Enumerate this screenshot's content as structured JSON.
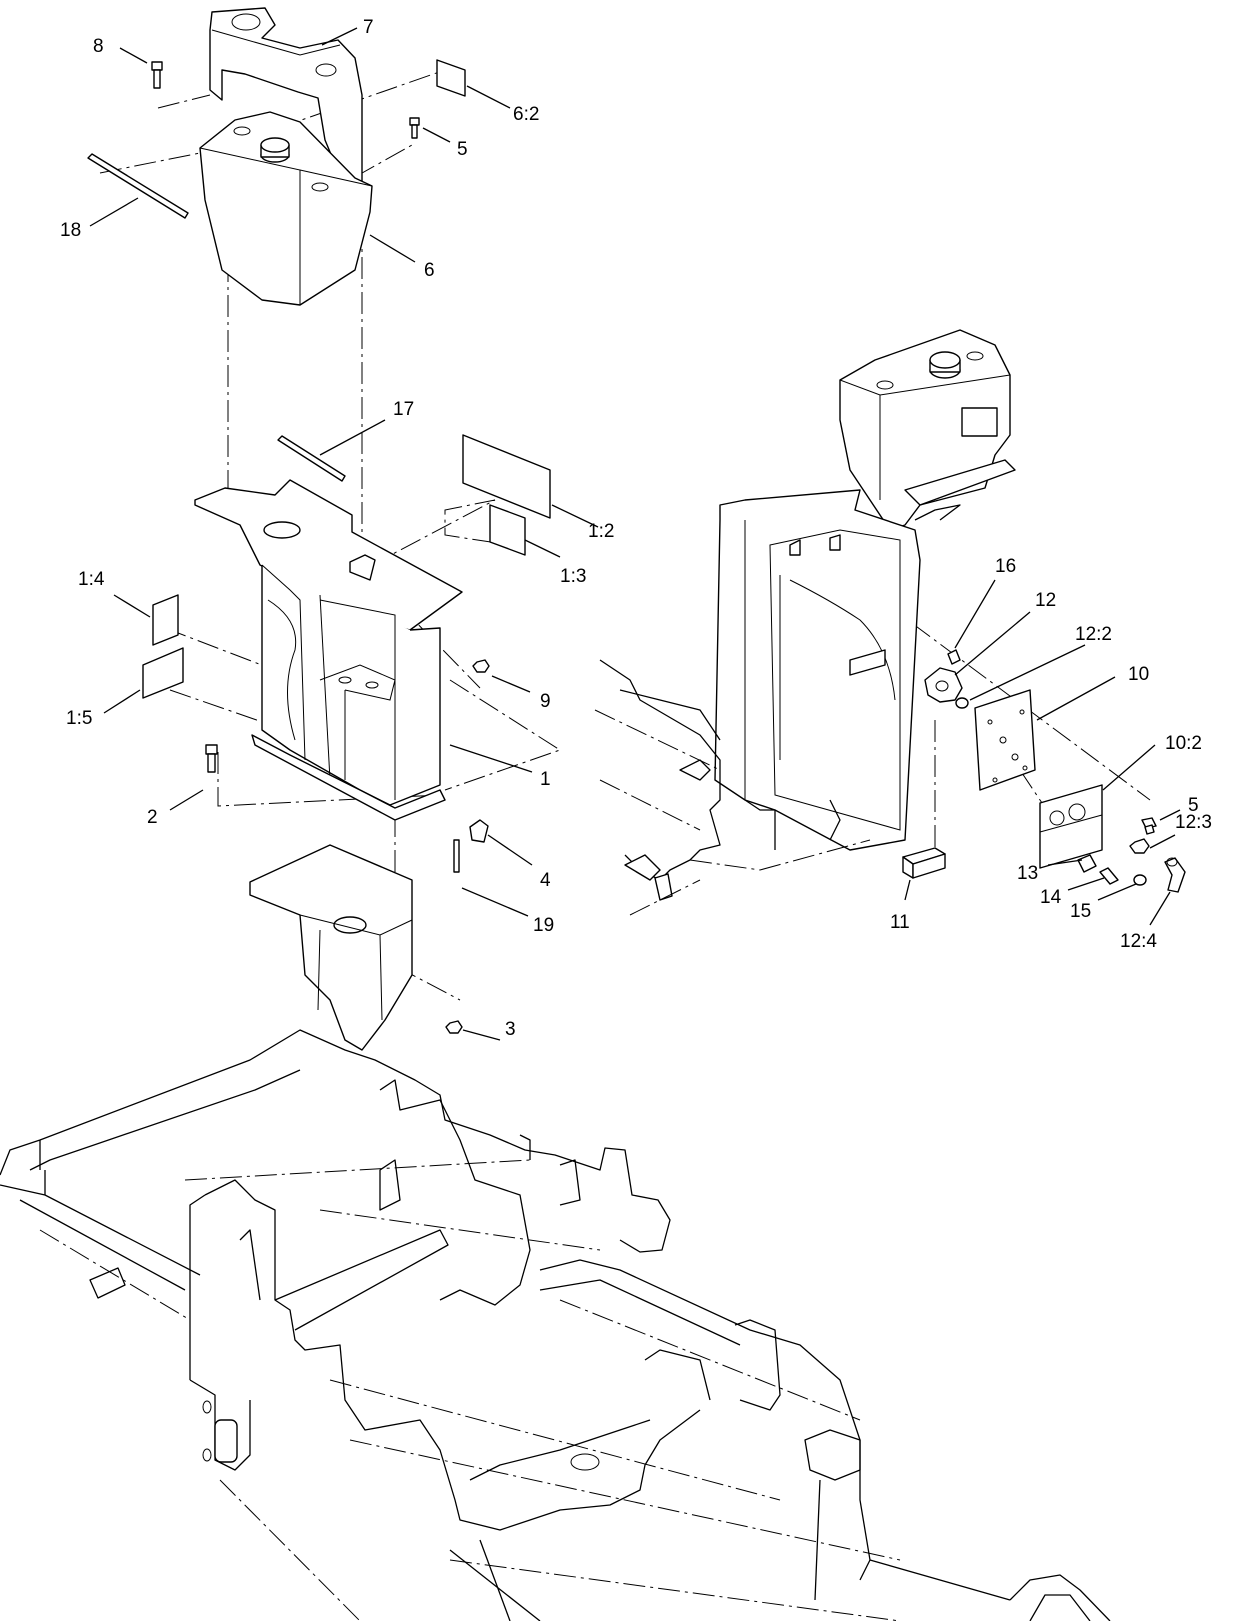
{
  "callouts": {
    "c1": "1",
    "c1_2": "1:2",
    "c1_3": "1:3",
    "c1_4": "1:4",
    "c1_5": "1:5",
    "c2": "2",
    "c3": "3",
    "c4": "4",
    "c5a": "5",
    "c5b": "5",
    "c6": "6",
    "c6_2": "6:2",
    "c7": "7",
    "c8": "8",
    "c9": "9",
    "c10": "10",
    "c10_2": "10:2",
    "c11": "11",
    "c12": "12",
    "c12_2": "12:2",
    "c12_3": "12:3",
    "c12_4": "12:4",
    "c13": "13",
    "c14": "14",
    "c15": "15",
    "c16": "16",
    "c17": "17",
    "c18": "18",
    "c19": "19"
  },
  "colors": {
    "line": "#000000",
    "background": "#ffffff"
  }
}
